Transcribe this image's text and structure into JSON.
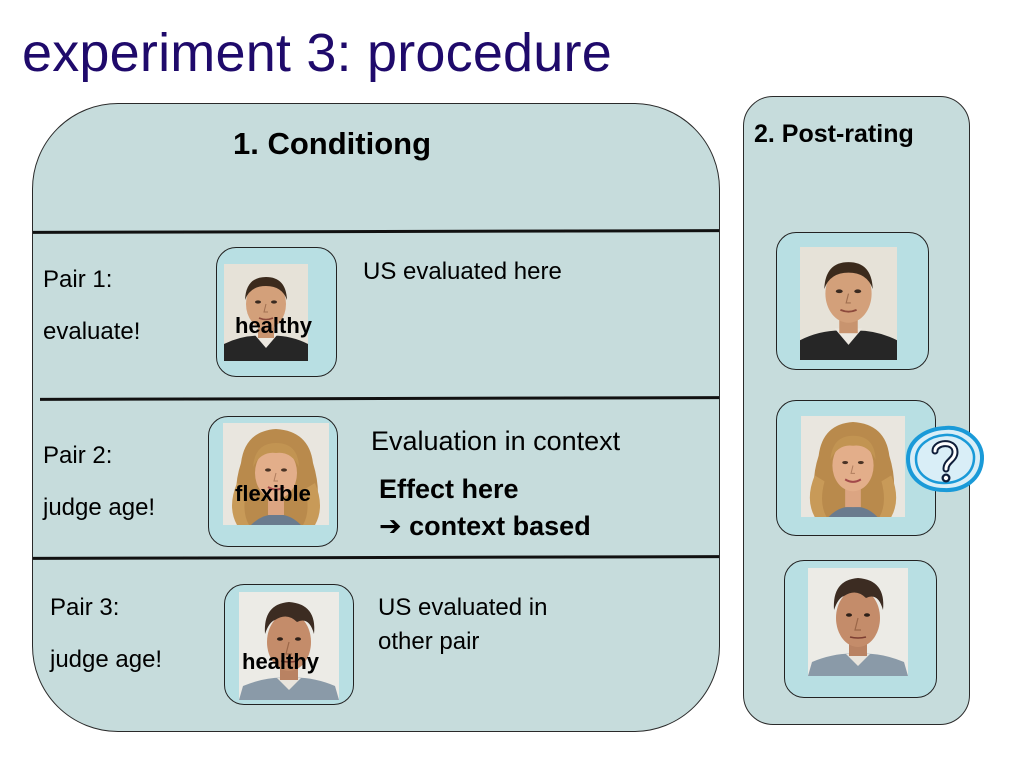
{
  "title": "experiment 3: procedure",
  "conditioning": {
    "heading": "1. Conditiong",
    "pairs": [
      {
        "name": "Pair 1:",
        "task": "evaluate!",
        "cs_label": "healthy",
        "note": "US evaluated here"
      },
      {
        "name": "Pair 2:",
        "task": "judge age!",
        "cs_label": "flexible",
        "note": "Evaluation in context",
        "effect_line1": "Effect here",
        "effect_arrow": "➔",
        "effect_line2": "context based"
      },
      {
        "name": "Pair 3:",
        "task": "judge age!",
        "cs_label": "healthy",
        "note_line1": "US evaluated in",
        "note_line2": "other pair"
      }
    ]
  },
  "post_rating": {
    "heading": "2. Post-rating",
    "question_icon": "question-mark-icon"
  },
  "colors": {
    "title": "#1f0a6b",
    "panel_fill": "#c6dcdc",
    "card_fill": "#b8dfe3",
    "question_blue": "#1a9ad8"
  },
  "icons": [
    "face-photo-man-1",
    "face-photo-woman",
    "face-photo-man-2",
    "question-mark-icon"
  ]
}
